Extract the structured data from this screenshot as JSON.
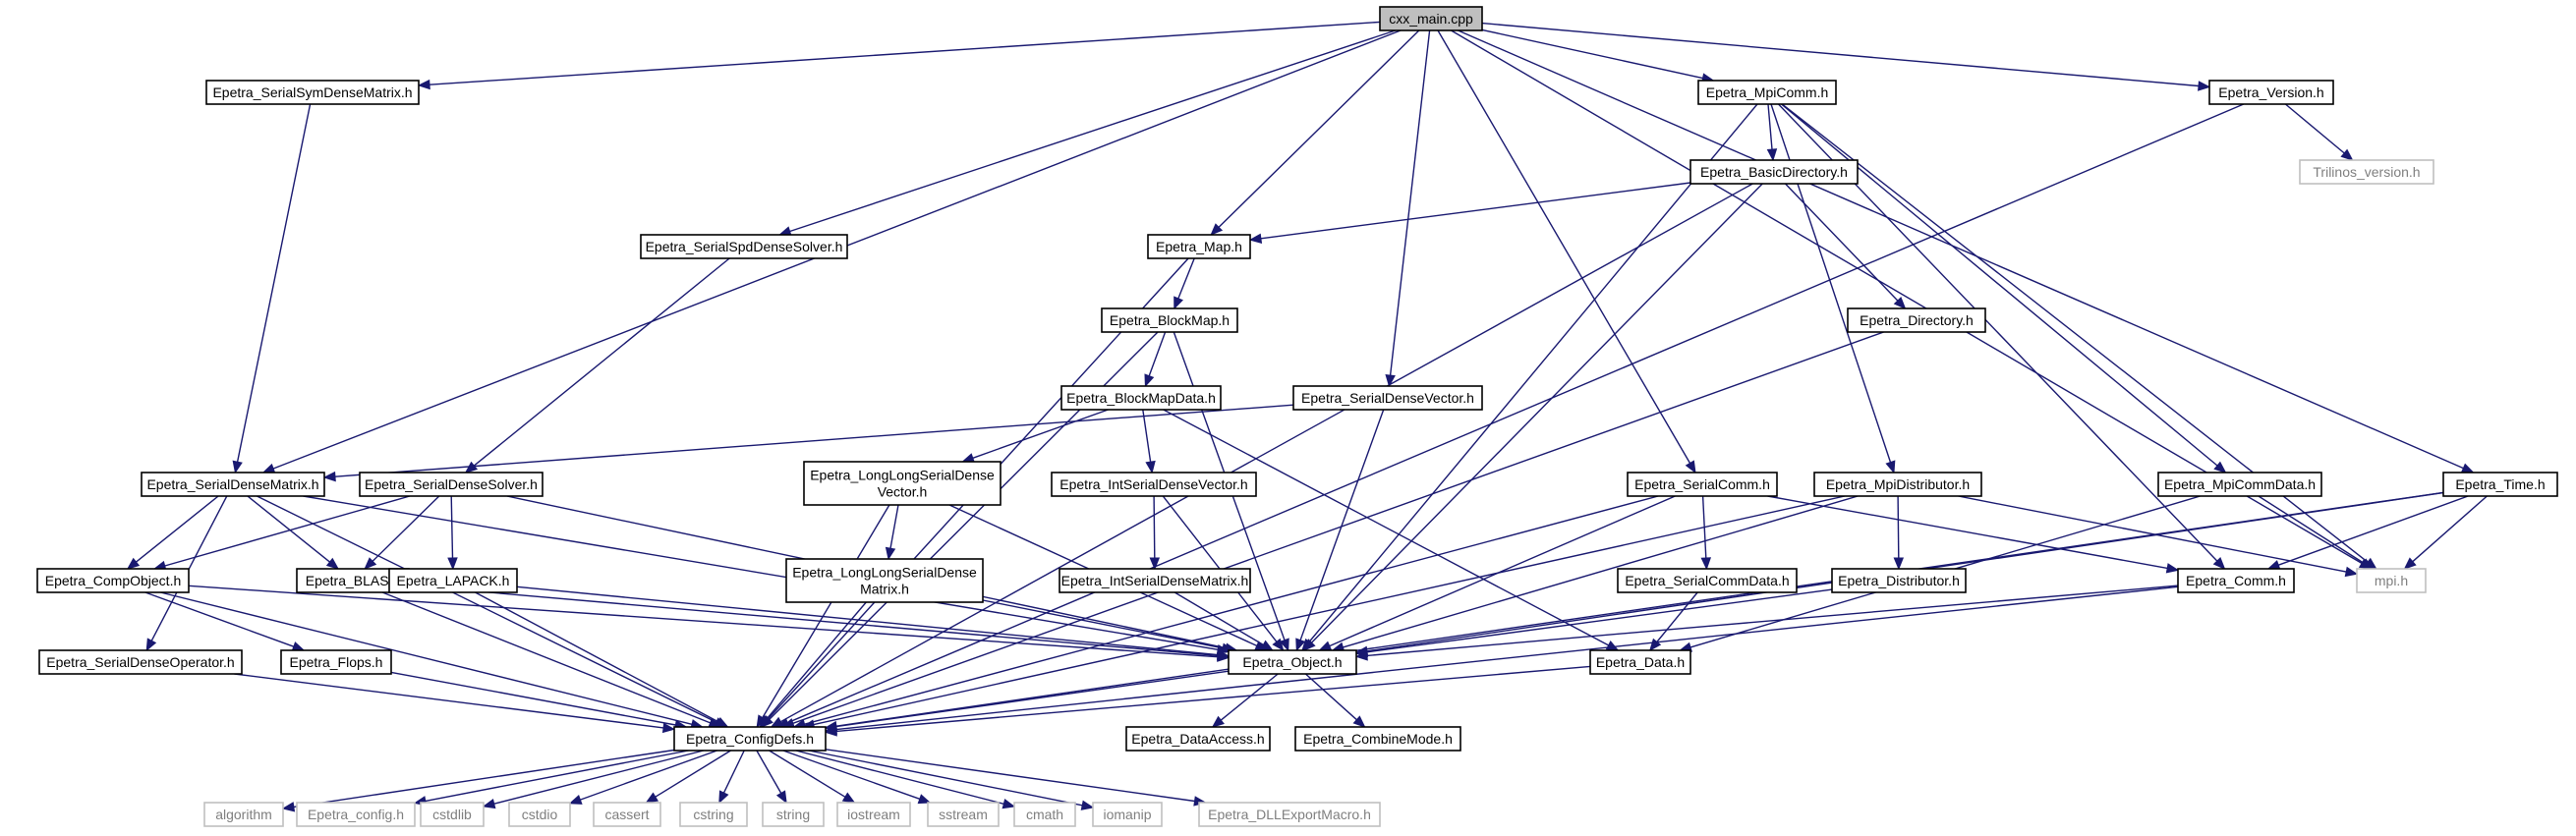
{
  "graph": {
    "nodes": [
      {
        "id": "cxx_main",
        "label": "cxx_main.cpp",
        "current": true
      },
      {
        "id": "SerialSymDenseMatrix",
        "label": "Epetra_SerialSymDenseMatrix.h"
      },
      {
        "id": "MpiComm",
        "label": "Epetra_MpiComm.h"
      },
      {
        "id": "Version",
        "label": "Epetra_Version.h"
      },
      {
        "id": "BasicDirectory",
        "label": "Epetra_BasicDirectory.h"
      },
      {
        "id": "Trilinos_version",
        "label": "Trilinos_version.h",
        "external": true
      },
      {
        "id": "SerialSpdDenseSolver",
        "label": "Epetra_SerialSpdDenseSolver.h"
      },
      {
        "id": "Map",
        "label": "Epetra_Map.h"
      },
      {
        "id": "BlockMap",
        "label": "Epetra_BlockMap.h"
      },
      {
        "id": "Directory",
        "label": "Epetra_Directory.h"
      },
      {
        "id": "BlockMapData",
        "label": "Epetra_BlockMapData.h"
      },
      {
        "id": "SerialDenseVector",
        "label": "Epetra_SerialDenseVector.h"
      },
      {
        "id": "SerialDenseMatrix",
        "label": "Epetra_SerialDenseMatrix.h"
      },
      {
        "id": "SerialDenseSolver",
        "label": "Epetra_SerialDenseSolver.h"
      },
      {
        "id": "LongLongSerialDenseVector",
        "label": "Epetra_LongLongSerialDense",
        "label2": "Vector.h"
      },
      {
        "id": "IntSerialDenseVector",
        "label": "Epetra_IntSerialDenseVector.h"
      },
      {
        "id": "SerialComm",
        "label": "Epetra_SerialComm.h"
      },
      {
        "id": "MpiDistributor",
        "label": "Epetra_MpiDistributor.h"
      },
      {
        "id": "MpiCommData",
        "label": "Epetra_MpiCommData.h"
      },
      {
        "id": "Time",
        "label": "Epetra_Time.h"
      },
      {
        "id": "CompObject",
        "label": "Epetra_CompObject.h"
      },
      {
        "id": "BLAS",
        "label": "Epetra_BLAS.h"
      },
      {
        "id": "LAPACK",
        "label": "Epetra_LAPACK.h"
      },
      {
        "id": "LongLongSerialDenseMatrix",
        "label": "Epetra_LongLongSerialDense",
        "label2": "Matrix.h"
      },
      {
        "id": "IntSerialDenseMatrix",
        "label": "Epetra_IntSerialDenseMatrix.h"
      },
      {
        "id": "SerialCommData",
        "label": "Epetra_SerialCommData.h"
      },
      {
        "id": "Distributor",
        "label": "Epetra_Distributor.h"
      },
      {
        "id": "Comm",
        "label": "Epetra_Comm.h"
      },
      {
        "id": "mpi",
        "label": "mpi.h",
        "external": true
      },
      {
        "id": "SerialDenseOperator",
        "label": "Epetra_SerialDenseOperator.h"
      },
      {
        "id": "Flops",
        "label": "Epetra_Flops.h"
      },
      {
        "id": "Object",
        "label": "Epetra_Object.h"
      },
      {
        "id": "Data",
        "label": "Epetra_Data.h"
      },
      {
        "id": "ConfigDefs",
        "label": "Epetra_ConfigDefs.h"
      },
      {
        "id": "DataAccess",
        "label": "Epetra_DataAccess.h"
      },
      {
        "id": "CombineMode",
        "label": "Epetra_CombineMode.h"
      },
      {
        "id": "algorithm",
        "label": "algorithm",
        "external": true
      },
      {
        "id": "Epetra_config",
        "label": "Epetra_config.h",
        "external": true
      },
      {
        "id": "cstdlib",
        "label": "cstdlib",
        "external": true
      },
      {
        "id": "cstdio",
        "label": "cstdio",
        "external": true
      },
      {
        "id": "cassert",
        "label": "cassert",
        "external": true
      },
      {
        "id": "cstring",
        "label": "cstring",
        "external": true
      },
      {
        "id": "string",
        "label": "string",
        "external": true
      },
      {
        "id": "iostream",
        "label": "iostream",
        "external": true
      },
      {
        "id": "sstream",
        "label": "sstream",
        "external": true
      },
      {
        "id": "cmath",
        "label": "cmath",
        "external": true
      },
      {
        "id": "iomanip",
        "label": "iomanip",
        "external": true
      },
      {
        "id": "DLLExportMacro",
        "label": "Epetra_DLLExportMacro.h",
        "external": true
      }
    ],
    "edges": [
      [
        "cxx_main",
        "SerialSymDenseMatrix"
      ],
      [
        "cxx_main",
        "MpiComm"
      ],
      [
        "cxx_main",
        "Version"
      ],
      [
        "cxx_main",
        "mpi"
      ],
      [
        "cxx_main",
        "Time"
      ],
      [
        "cxx_main",
        "SerialDenseMatrix"
      ],
      [
        "cxx_main",
        "SerialSpdDenseSolver"
      ],
      [
        "cxx_main",
        "Map"
      ],
      [
        "cxx_main",
        "SerialDenseVector"
      ],
      [
        "cxx_main",
        "SerialComm"
      ],
      [
        "SerialSymDenseMatrix",
        "SerialDenseMatrix"
      ],
      [
        "MpiComm",
        "BasicDirectory"
      ],
      [
        "MpiComm",
        "Object"
      ],
      [
        "MpiComm",
        "MpiDistributor"
      ],
      [
        "MpiComm",
        "MpiCommData"
      ],
      [
        "MpiComm",
        "Comm"
      ],
      [
        "MpiComm",
        "mpi"
      ],
      [
        "Version",
        "Trilinos_version"
      ],
      [
        "Version",
        "ConfigDefs"
      ],
      [
        "BasicDirectory",
        "Map"
      ],
      [
        "BasicDirectory",
        "Directory"
      ],
      [
        "BasicDirectory",
        "Object"
      ],
      [
        "BasicDirectory",
        "ConfigDefs"
      ],
      [
        "SerialSpdDenseSolver",
        "SerialDenseSolver"
      ],
      [
        "Map",
        "BlockMap"
      ],
      [
        "Map",
        "ConfigDefs"
      ],
      [
        "BlockMap",
        "BlockMapData"
      ],
      [
        "BlockMap",
        "Object"
      ],
      [
        "BlockMap",
        "ConfigDefs"
      ],
      [
        "Directory",
        "ConfigDefs"
      ],
      [
        "BlockMapData",
        "LongLongSerialDenseVector"
      ],
      [
        "BlockMapData",
        "IntSerialDenseVector"
      ],
      [
        "BlockMapData",
        "Data"
      ],
      [
        "SerialDenseVector",
        "SerialDenseMatrix"
      ],
      [
        "SerialDenseVector",
        "Object"
      ],
      [
        "SerialDenseMatrix",
        "CompObject"
      ],
      [
        "SerialDenseMatrix",
        "BLAS"
      ],
      [
        "SerialDenseMatrix",
        "Object"
      ],
      [
        "SerialDenseMatrix",
        "SerialDenseOperator"
      ],
      [
        "SerialDenseMatrix",
        "ConfigDefs"
      ],
      [
        "SerialDenseSolver",
        "CompObject"
      ],
      [
        "SerialDenseSolver",
        "BLAS"
      ],
      [
        "SerialDenseSolver",
        "LAPACK"
      ],
      [
        "SerialDenseSolver",
        "Object"
      ],
      [
        "LongLongSerialDenseVector",
        "LongLongSerialDenseMatrix"
      ],
      [
        "LongLongSerialDenseVector",
        "Object"
      ],
      [
        "LongLongSerialDenseVector",
        "ConfigDefs"
      ],
      [
        "IntSerialDenseVector",
        "IntSerialDenseMatrix"
      ],
      [
        "IntSerialDenseVector",
        "Object"
      ],
      [
        "SerialComm",
        "SerialCommData"
      ],
      [
        "SerialComm",
        "Comm"
      ],
      [
        "SerialComm",
        "Object"
      ],
      [
        "SerialComm",
        "ConfigDefs"
      ],
      [
        "MpiDistributor",
        "Distributor"
      ],
      [
        "MpiDistributor",
        "mpi"
      ],
      [
        "MpiDistributor",
        "Object"
      ],
      [
        "MpiDistributor",
        "ConfigDefs"
      ],
      [
        "MpiCommData",
        "mpi"
      ],
      [
        "MpiCommData",
        "Data"
      ],
      [
        "Time",
        "Comm"
      ],
      [
        "Time",
        "mpi"
      ],
      [
        "Time",
        "Object"
      ],
      [
        "Time",
        "ConfigDefs"
      ],
      [
        "CompObject",
        "Flops"
      ],
      [
        "CompObject",
        "Object"
      ],
      [
        "CompObject",
        "ConfigDefs"
      ],
      [
        "BLAS",
        "Object"
      ],
      [
        "BLAS",
        "ConfigDefs"
      ],
      [
        "LAPACK",
        "Object"
      ],
      [
        "LAPACK",
        "ConfigDefs"
      ],
      [
        "LongLongSerialDenseMatrix",
        "Object"
      ],
      [
        "LongLongSerialDenseMatrix",
        "ConfigDefs"
      ],
      [
        "IntSerialDenseMatrix",
        "Object"
      ],
      [
        "SerialCommData",
        "Data"
      ],
      [
        "Distributor",
        "Object"
      ],
      [
        "Comm",
        "Object"
      ],
      [
        "Comm",
        "ConfigDefs"
      ],
      [
        "SerialDenseOperator",
        "ConfigDefs"
      ],
      [
        "Flops",
        "ConfigDefs"
      ],
      [
        "Object",
        "ConfigDefs"
      ],
      [
        "Object",
        "DataAccess"
      ],
      [
        "Object",
        "CombineMode"
      ],
      [
        "Data",
        "ConfigDefs"
      ],
      [
        "ConfigDefs",
        "algorithm"
      ],
      [
        "ConfigDefs",
        "Epetra_config"
      ],
      [
        "ConfigDefs",
        "cstdlib"
      ],
      [
        "ConfigDefs",
        "cstdio"
      ],
      [
        "ConfigDefs",
        "cassert"
      ],
      [
        "ConfigDefs",
        "cstring"
      ],
      [
        "ConfigDefs",
        "string"
      ],
      [
        "ConfigDefs",
        "iostream"
      ],
      [
        "ConfigDefs",
        "sstream"
      ],
      [
        "ConfigDefs",
        "cmath"
      ],
      [
        "ConfigDefs",
        "iomanip"
      ],
      [
        "ConfigDefs",
        "DLLExportMacro"
      ]
    ]
  },
  "colors": {
    "edge": "#191970",
    "node_border": "#000000",
    "external_border": "#bfbfbf",
    "external_text": "#7f7f7f",
    "current_fill": "#bfbfbf"
  }
}
